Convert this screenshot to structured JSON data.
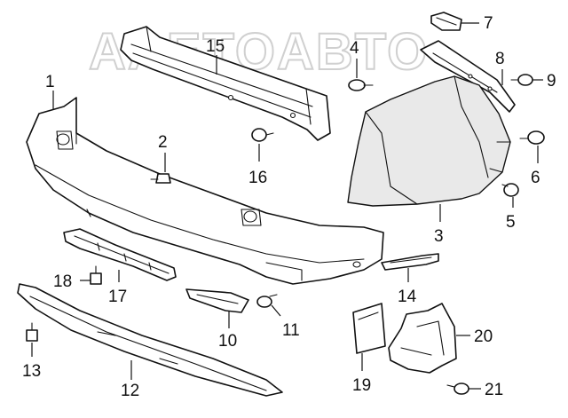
{
  "watermark": "AAETOABTO",
  "callouts": {
    "c1": "1",
    "c2": "2",
    "c3": "3",
    "c4": "4",
    "c5": "5",
    "c6": "6",
    "c7": "7",
    "c8": "8",
    "c9": "9",
    "c10": "10",
    "c11": "11",
    "c12": "12",
    "c13": "13",
    "c14": "14",
    "c15": "15",
    "c16": "16",
    "c17": "17",
    "c18": "18",
    "c19": "19",
    "c20": "20",
    "c21": "21"
  }
}
